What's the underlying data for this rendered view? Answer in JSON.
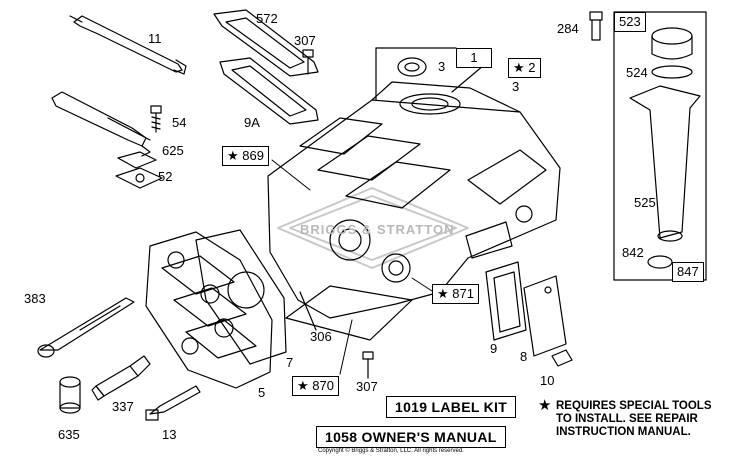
{
  "labels": {
    "p11": "11",
    "p572": "572",
    "p307a": "307",
    "p54": "54",
    "p9a": "9A",
    "p625": "625",
    "p52": "52",
    "p3": "3",
    "p3b": "3",
    "p869": "869",
    "p1": "1",
    "p2": "2",
    "p284": "284",
    "p523": "523",
    "p524": "524",
    "p525": "525",
    "p842": "842",
    "p847": "847",
    "p383": "383",
    "p871": "871",
    "p9": "9",
    "p8": "8",
    "p306": "306",
    "p7": "7",
    "p870": "870",
    "p307b": "307",
    "p10": "10",
    "p5": "5",
    "p337": "337",
    "p13": "13",
    "p635": "635"
  },
  "kits": {
    "label_kit": "1019 LABEL KIT",
    "owners_manual": "1058 OWNER'S MANUAL"
  },
  "note": {
    "star": "★",
    "line1": "REQUIRES SPECIAL TOOLS",
    "line2": "TO INSTALL.  SEE REPAIR",
    "line3": "INSTRUCTION MANUAL."
  },
  "watermark": "BRIGGS & STRATTON",
  "copyright": "Copyright © Briggs & Stratton, LLC. All rights reserved.",
  "star_symbol": "★"
}
